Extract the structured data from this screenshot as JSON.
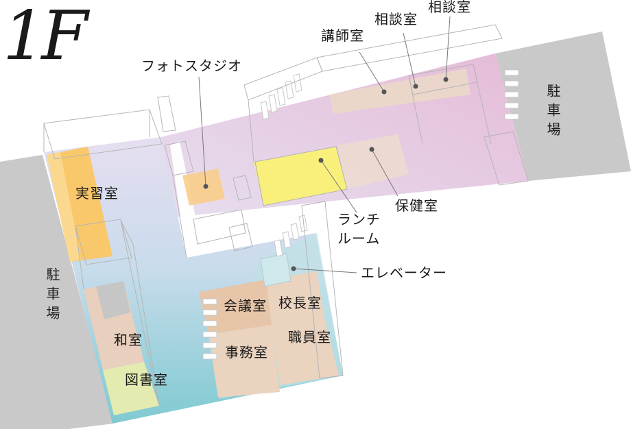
{
  "floor": {
    "title": "1F"
  },
  "labels": {
    "photo_studio": "フォトスタジオ",
    "lecture_room": "講師室",
    "consult_1": "相談室",
    "consult_2": "相談室",
    "practice_room": "実習室",
    "health_room": "保健室",
    "lunch_line1": "ランチ",
    "lunch_line2": "ルーム",
    "elevator": "エレベーター",
    "meeting_room": "会議室",
    "principal_room": "校長室",
    "office": "事務室",
    "staff_room": "職員室",
    "japanese_room": "和室",
    "library": "図書室",
    "parking_left": "駐車場",
    "parking_right": "駐車場"
  },
  "colors": {
    "parking": "#c9c9c9",
    "corridor_purple": "#e0b8d6",
    "corridor_lavender": "#ddd6ea",
    "corridor_teal": "#82ccd2",
    "practice": "#f9c86a",
    "lunch": "#f8f07a",
    "room_beige": "#ead3bf",
    "library": "#e4ebb0",
    "leader": "#777777"
  }
}
